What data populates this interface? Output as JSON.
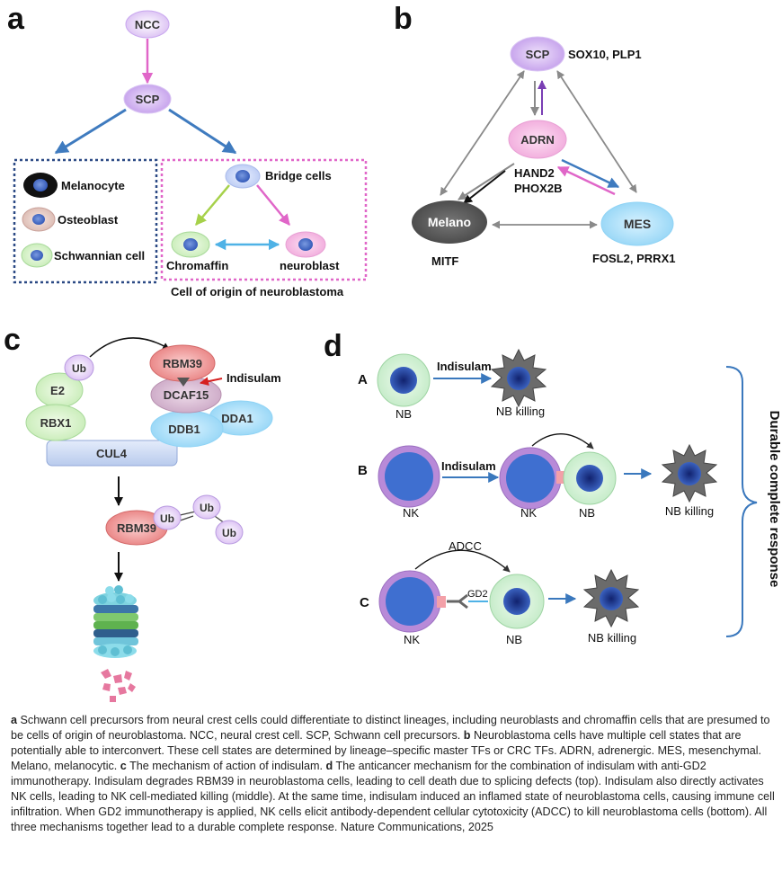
{
  "panel_a": {
    "letter": "a",
    "ncc": "NCC",
    "scp": "SCP",
    "melanocyte": "Melanocyte",
    "osteoblast": "Osteoblast",
    "schwannian": "Schwannian cell",
    "bridge": "Bridge cells",
    "chromaffin": "Chromaffin",
    "neuroblast": "neuroblast",
    "origin_label": "Cell of origin of neuroblastoma"
  },
  "panel_b": {
    "letter": "b",
    "scp": "SCP",
    "scp_tfs": "SOX10, PLP1",
    "adrn": "ADRN",
    "adrn_tf1": "HAND2",
    "adrn_tf2": "PHOX2B",
    "melano": "Melano",
    "melano_tf": "MITF",
    "mes": "MES",
    "mes_tfs": "FOSL2, PRRX1"
  },
  "panel_c": {
    "letter": "c",
    "ub": "Ub",
    "e2": "E2",
    "rbx1": "RBX1",
    "cul4": "CUL4",
    "rbm39": "RBM39",
    "dcaf15": "DCAF15",
    "ddb1": "DDB1",
    "dda1": "DDA1",
    "indisulam": "Indisulam",
    "rbm39_bottom": "RBM39",
    "ub_chain": [
      "Ub",
      "Ub",
      "Ub"
    ]
  },
  "panel_d": {
    "letter": "d",
    "row_a": "A",
    "row_b": "B",
    "row_c": "C",
    "indisulam": "Indisulam",
    "nb": "NB",
    "nk": "NK",
    "nb_killing": "NB killing",
    "adcc": "ADCC",
    "gd2": "GD2",
    "durable": "Durable complete response"
  },
  "caption": {
    "a_letter": "a",
    "a_text": " Schwann cell precursors from neural crest cells could differentiate to distinct lineages, including neuroblasts and chromaffin cells that are presumed to be cells of origin of neuroblastoma. NCC, neural crest cell. SCP, Schwann cell precursors. ",
    "b_letter": "b",
    "b_text": " Neuroblastoma cells have multiple cell states that are potentially able to interconvert. These cell states are determined by lineage–specific master TFs or CRC TFs. ADRN, adrenergic. MES, mesenchymal. Melano, melanocytic. ",
    "c_letter": "c",
    "c_text": " The mechanism of action of indisulam. ",
    "d_letter": "d",
    "d_text": " The anticancer mechanism for the combination of indisulam with anti-GD2 immunotherapy. Indisulam degrades RBM39 in neuroblastoma cells, leading to cell death due to splicing defects (top). Indisulam also directly activates NK cells, leading to NK cell-mediated killing (middle). At the same time, indisulam induced an inflamed state of neuroblastoma cells, causing immune cell infiltration. When GD2 immunotherapy is applied, NK cells elicit antibody-dependent cellular cytotoxicity (ADCC) to kill neuroblastoma cells (bottom). All three mechanisms together lead to a durable complete response. Nature Communications, 2025"
  }
}
